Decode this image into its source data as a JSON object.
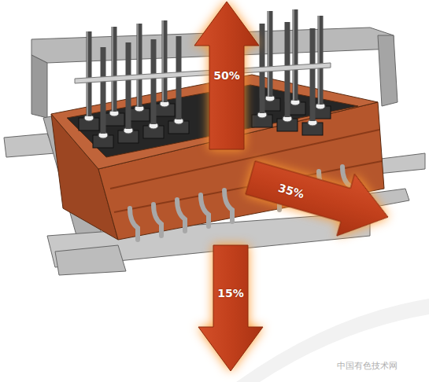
{
  "diagram": {
    "nodes": [
      {
        "text": [
          "50%"
        ]
      },
      {
        "text": [
          "35%"
        ]
      },
      {
        "text": [
          "15%"
        ]
      }
    ],
    "labels": [
      "中国有色技术网"
    ]
  }
}
